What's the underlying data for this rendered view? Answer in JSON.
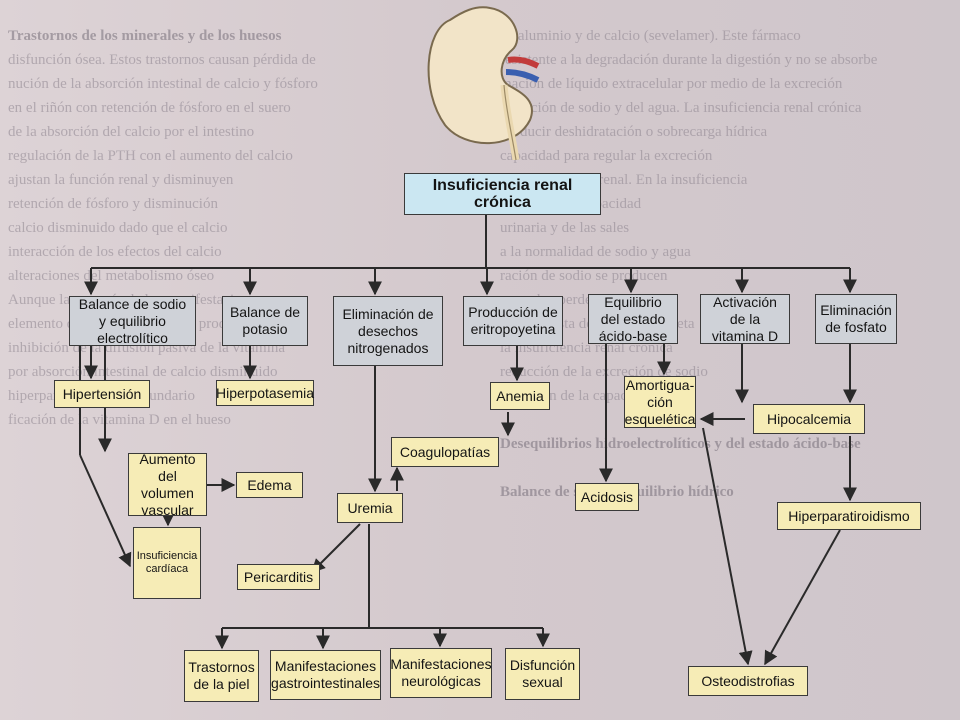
{
  "background": {
    "left_heading": "Trastornos de los minerales y de los huesos",
    "left_lines": [
      "disfunción ósea. Estos trastornos causan pérdida de",
      "nución de la absorción intestinal de calcio y fósforo",
      "en el riñón con retención de fósforo en el suero",
      "de la absorción del calcio por el intestino",
      "regulación de la PTH con el aumento del calcio",
      "ajustan la función renal y disminuyen",
      "retención de fósforo y disminución",
      "calcio disminuido dado que el calcio",
      "interacción de los efectos del calcio",
      "alteraciones del metabolismo óseo",
      "Aunque la mayoría de las manifestaciones",
      "elemento de la función renal se produce",
      "inhibición de la difusión pasiva de la vitamina",
      "por absorción intestinal de calcio disminuido",
      "hiperparatiroidismo secundario",
      "ficación de la vitamina D en el hueso"
    ],
    "right_heading_1": "Desequilibrios hidroelectrolíticos y del estado ácido-base",
    "right_heading_2": "Balance de sodio y equilibrio hídrico",
    "right_lines": [
      "de aluminio y de calcio (sevelamer). Este fármaco",
      "resistente a la degradación durante la digestión y no se absorbe",
      "mación de líquido extracelular por medio de la excreción",
      "secreción de sodio y del agua. La insuficiencia renal crónica",
      "producir deshidratación o sobrecarga hídrica",
      "capacidad para regular la excreción",
      "de insuficiencia renal. En la insuficiencia",
      "pérdida de la capacidad",
      "urinaria y de las sales",
      "a la normalidad de sodio y agua",
      "ración de sodio se producen",
      "o pueden perder sodio",
      "de la ingesta de sodio de la dieta",
      "la insuficiencia renal crónica",
      "reducción de la excreción de sodio",
      "minución de la capacidad"
    ]
  },
  "diagram": {
    "root": "Insuficiencia renal crónica",
    "categories": {
      "sodio": "Balance de sodio y equilibrio electrolítico",
      "potasio": "Balance de potasio",
      "nitrogenados": "Eliminación de desechos nitrogenados",
      "eritropoyetina": "Producción de eritropoyetina",
      "acido_base": "Equilibrio del estado ácido-base",
      "vitamina_d": "Activación de la vitamina D",
      "fosfato": "Eliminación de fosfato"
    },
    "outcomes": {
      "hipertension": "Hipertensión",
      "aumento_volumen": "Aumento del volumen vascular",
      "edema": "Edema",
      "insuficiencia_cardiaca": "Insuficiencia cardíaca",
      "hiperpotasemia": "Hiperpotasemia",
      "pericarditis": "Pericarditis",
      "coagulopatias": "Coagulopatías",
      "uremia": "Uremia",
      "anemia": "Anemia",
      "amortiguacion": "Amortigua-ción esquelética",
      "acidosis": "Acidosis",
      "hipocalcemia": "Hipocalcemia",
      "hiperparatiroidismo": "Hiperparatiroidismo",
      "trastornos_piel": "Trastornos de la piel",
      "manif_gastro": "Manifestaciones gastrointestinales",
      "manif_neuro": "Manifestaciones neurológicas",
      "disfuncion_sexual": "Disfunción sexual",
      "osteodistrofias": "Osteodistrofias"
    },
    "colors": {
      "root_fill": "#cbe7f2",
      "category_fill": "#cfd2d8",
      "outcome_fill": "#f6ecb6",
      "connector": "#2a2a2a"
    },
    "icon": "kidney-illustration"
  }
}
